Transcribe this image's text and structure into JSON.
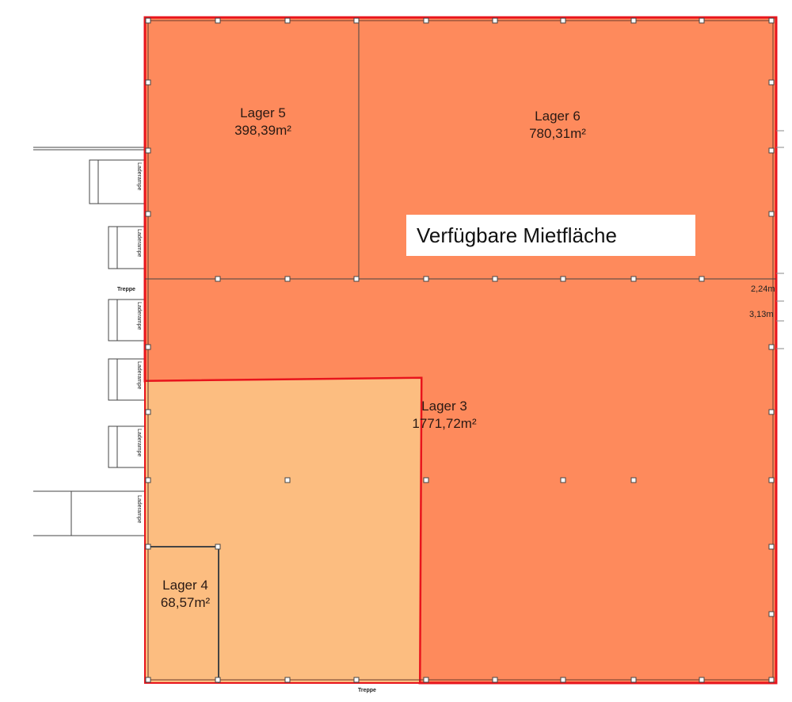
{
  "rooms": {
    "lager5": {
      "name": "Lager 5",
      "area": "398,39m²"
    },
    "lager6": {
      "name": "Lager 6",
      "area": "780,31m²"
    },
    "lager3": {
      "name": "Lager 3",
      "area": "1771,72m²"
    },
    "lager4": {
      "name": "Lager 4",
      "area": "68,57m²"
    }
  },
  "callout": "Verfügbare Mietfläche",
  "stairs_label": "Treppe",
  "ramp_label": "Laderampe",
  "dimensions": [
    "2,24m",
    "3,13m"
  ],
  "colors": {
    "available": "#fe8a5c",
    "other": "#fcbd80",
    "outline": "#e8141c",
    "wall": "#444444"
  }
}
